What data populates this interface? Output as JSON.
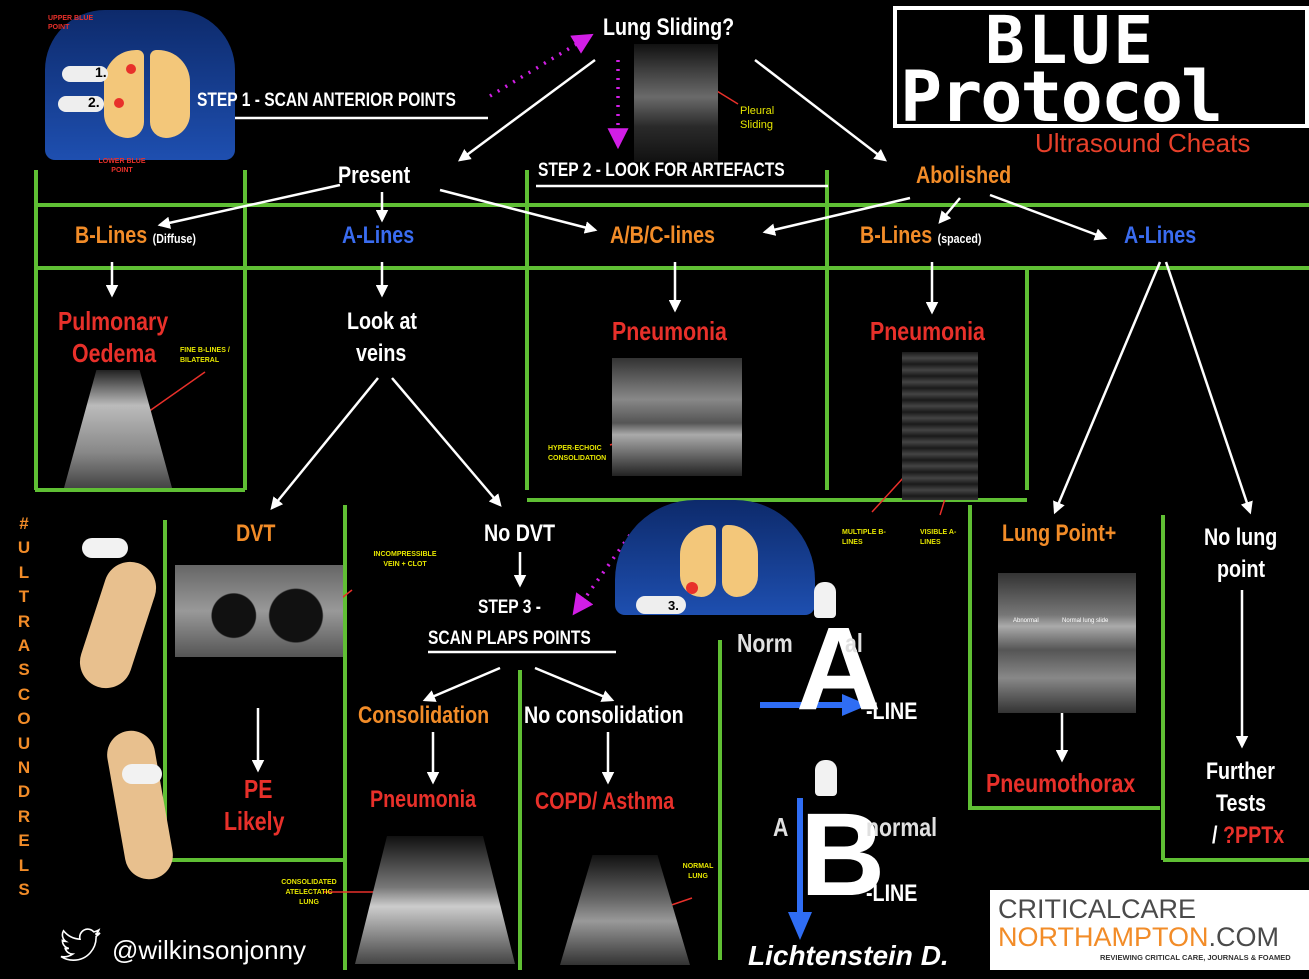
{
  "title": {
    "line1": "BLUE",
    "line2": "Protocol",
    "subtitle": "Ultrasound Cheats"
  },
  "step1": "STEP 1 - SCAN ANTERIOR POINTS",
  "step2": "STEP 2 - LOOK FOR ARTEFACTS",
  "step3_line1": "STEP 3 -",
  "step3_line2": "SCAN PLAPS POINTS",
  "body_labels": {
    "upper_blue_point": "UPPER BLUE POINT",
    "lower_blue_point": "LOWER BLUE POINT",
    "marker1": "1.",
    "marker2": "2.",
    "marker3": "3."
  },
  "lung_sliding": {
    "question": "Lung Sliding?",
    "caption": "Pleural Sliding"
  },
  "present": "Present",
  "abolished": "Abolished",
  "b_lines_diffuse": {
    "label": "B-Lines",
    "qualifier": "(Diffuse)"
  },
  "a_lines_left": "A-Lines",
  "abc_lines": "A/B/C-lines",
  "b_lines_spaced": {
    "label": "B-Lines",
    "qualifier": "(spaced)"
  },
  "a_lines_right": "A-Lines",
  "pulmonary_oedema": {
    "line1": "Pulmonary",
    "line2": "Oedema",
    "caption": "FINE B-LINES / BILATERAL"
  },
  "look_at_veins": {
    "line1": "Look at",
    "line2": "veins"
  },
  "pneumonia_center": {
    "label": "Pneumonia",
    "caption": "HYPER-ECHOIC CONSOLIDATION"
  },
  "pneumonia_right": {
    "label": "Pneumonia",
    "caption_left": "MULTIPLE B-LINES",
    "caption_right": "VISIBLE A-LINES"
  },
  "dvt": {
    "label": "DVT",
    "caption": "INCOMPRESSIBLE VEIN + CLOT"
  },
  "no_dvt": "No DVT",
  "pe_likely": {
    "line1": "PE",
    "line2": "Likely"
  },
  "consolidation": "Consolidation",
  "no_consolidation": "No consolidation",
  "pneumonia_bottom": {
    "label": "Pneumonia",
    "caption": "CONSOLIDATED ATELECTATIC LUNG"
  },
  "copd": {
    "label": "COPD/ Asthma",
    "caption": "NORMAL LUNG"
  },
  "lung_point": "Lung Point+",
  "no_lung_point": {
    "line1": "No lung",
    "line2": "point"
  },
  "pneumothorax": "Pneumothorax",
  "further_tests": {
    "line1": "Further",
    "line2": "Tests",
    "line3_prefix": "/ ",
    "line3_highlight": "?PPTx"
  },
  "lung_point_image_labels": {
    "left": "Abnormal",
    "right": "Normal lung slide"
  },
  "normal_a_line": {
    "prefix": "Norm",
    "big": "A",
    "suffix": "al",
    "line": "-LINE"
  },
  "abnormal_b_line": {
    "prefix": "A",
    "big": "B",
    "suffix": "normal",
    "line": "-LINE"
  },
  "lichtenstein": "Lichtenstein D.",
  "vertical_hashtag": [
    "#",
    "U",
    "L",
    "T",
    "R",
    "A",
    "S",
    "C",
    "O",
    "U",
    "N",
    "D",
    "R",
    "E",
    "L",
    "S"
  ],
  "twitter_handle": "@wilkinsonjonny",
  "logo": {
    "line1": "CRITICALCARE",
    "line2_a": "NORTHAMPTON",
    "line2_b": ".COM",
    "tagline": "REVIEWING CRITICAL CARE, JOURNALS & FOAMED"
  },
  "colors": {
    "background": "#000000",
    "green_frame": "#6ad43a",
    "orange": "#f28c28",
    "blue": "#3a6cf0",
    "red": "#e8302a",
    "magenta": "#d21ee6"
  }
}
